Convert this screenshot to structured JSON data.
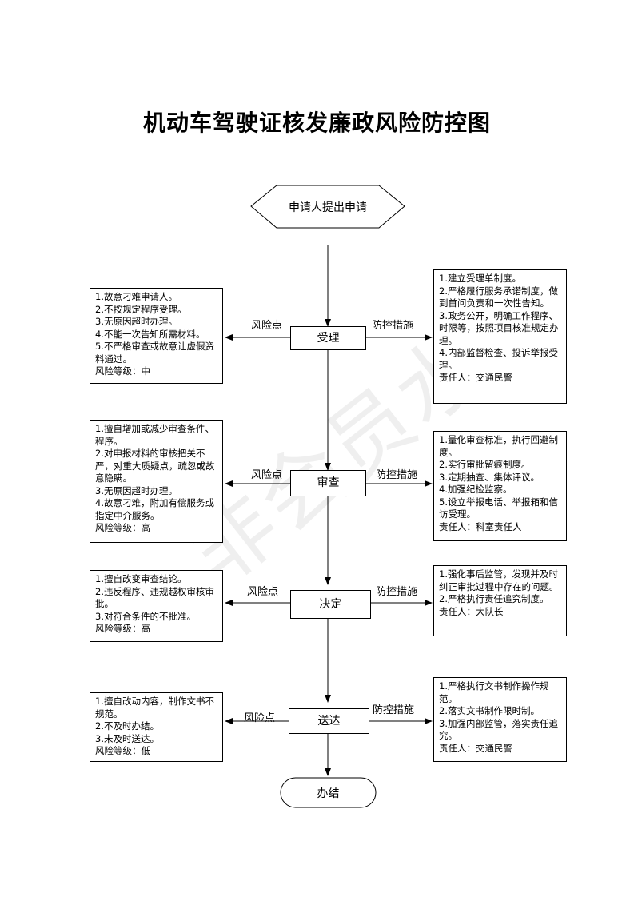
{
  "title": "机动车驾驶证核发廉政风险防控图",
  "watermark": "非会员水印",
  "start": "申请人提出申请",
  "end": "办结",
  "risk_label": "风险点",
  "measure_label": "防控措施",
  "steps": [
    {
      "name": "受理",
      "risks": [
        "1.故意刁难申请人。",
        "2.不按规定程序受理。",
        "3.无原因超时办理。",
        "4.不能一次告知所需材料。",
        "5.不严格审查或故意让虚假资料通过。",
        "风险等级：中"
      ],
      "measures": [
        "1.建立受理单制度。",
        "2.严格履行服务承诺制度，做到首问负责和一次性告知。",
        "3.政务公开，明确工作程序、时限等，按照项目核准规定办理。",
        "4.内部监督检查、投诉举报受理。",
        "责任人：交通民警"
      ]
    },
    {
      "name": "审查",
      "risks": [
        "1.擅自增加或减少审查条件、程序。",
        "2.对申报材料的审核把关不严，对重大质疑点，疏忽或故意隐瞒。",
        "3.无原因超时办理。",
        "4.故意刁难，附加有偿服务或指定中介服务。",
        "风险等级：高"
      ],
      "measures": [
        "1.量化审查标准，执行回避制度。",
        "2.实行审批留痕制度。",
        "3.定期抽查、集体评议。",
        "4.加强纪检监察。",
        "5.设立举报电话、举报箱和信访受理。",
        "责任人：科室责任人"
      ]
    },
    {
      "name": "决定",
      "risks": [
        "1.擅自改变审查结论。",
        "2.违反程序、违规越权审核审批。",
        "3.对符合条件的不批准。",
        "风险等级：高"
      ],
      "measures": [
        "1.强化事后监管，发现并及时纠正审批过程中存在的问题。",
        "2.严格执行责任追究制度。",
        "责任人：大队长"
      ]
    },
    {
      "name": "送达",
      "risks": [
        "1.擅自改动内容，制作文书不规范。",
        "2.不及时办结。",
        "3.未及时送达。",
        "风险等级：低"
      ],
      "measures": [
        "1.严格执行文书制作操作规范。",
        "2.落实文书制作限时制。",
        "3.加强内部监管，落实责任追究。",
        "责任人：交通民警"
      ]
    }
  ]
}
